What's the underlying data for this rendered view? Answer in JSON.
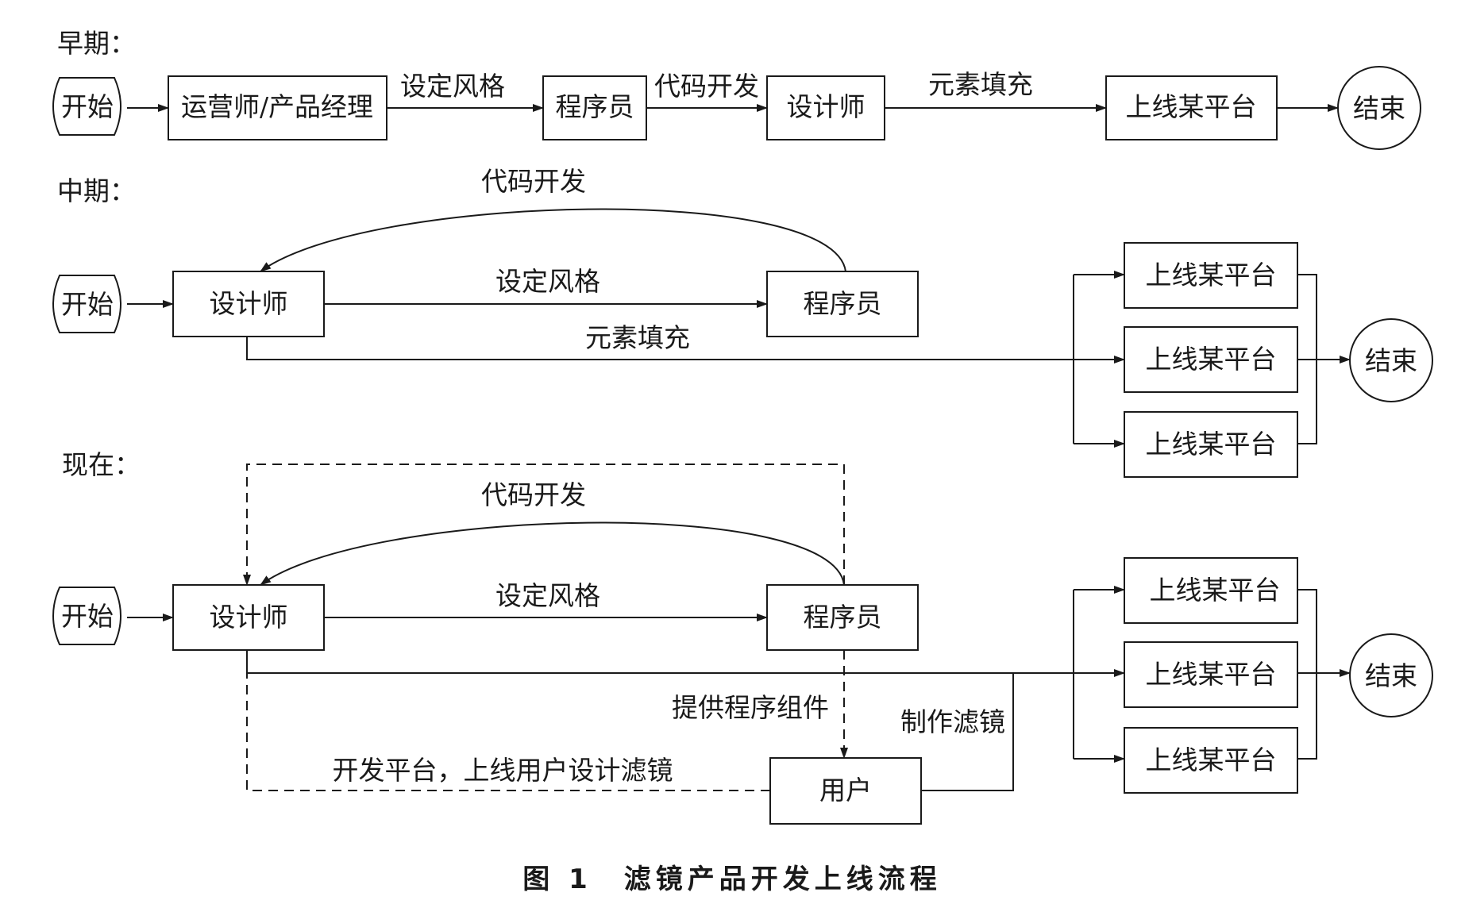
{
  "sections": {
    "early": "早期：",
    "middle": "中期：",
    "now": "现在："
  },
  "nodes": {
    "start": "开始",
    "end": "结束",
    "ops_pm": "运营师/产品经理",
    "programmer": "程序员",
    "designer": "设计师",
    "platform": "上线某平台",
    "user": "用户"
  },
  "edges": {
    "set_style": "设定风格",
    "code_dev": "代码开发",
    "fill_elements": "元素填充",
    "provide_components": "提供程序组件",
    "make_filters": "制作滤镜",
    "dev_platform": "开发平台，上线用户设计滤镜"
  },
  "caption": "图 1　滤镜产品开发上线流程"
}
